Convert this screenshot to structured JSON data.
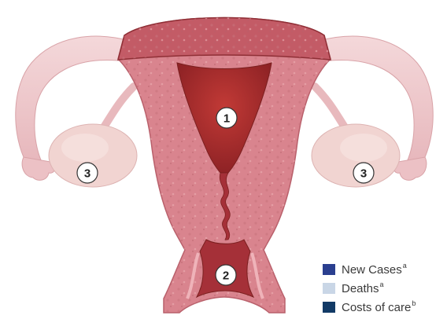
{
  "diagram": {
    "markers": [
      {
        "id": "uterus",
        "label": "1"
      },
      {
        "id": "cervix",
        "label": "2"
      },
      {
        "id": "ovary-left",
        "label": "3"
      },
      {
        "id": "ovary-right",
        "label": "3"
      }
    ],
    "colors": {
      "uterus_wall": "#d9848e",
      "uterus_cavity": "#a52b2b",
      "fundus": "#c0565f",
      "tube": "#efc9cc",
      "ovary": "#f0d0cd",
      "outline": "#7a1f1f"
    }
  },
  "legend": {
    "items": [
      {
        "label": "New Cases",
        "superscript": "a",
        "color": "#2a3f8f"
      },
      {
        "label": "Deaths",
        "superscript": "a",
        "color": "#c9d6e6"
      },
      {
        "label": "Costs of care",
        "superscript": "b",
        "color": "#123a66"
      }
    ]
  }
}
